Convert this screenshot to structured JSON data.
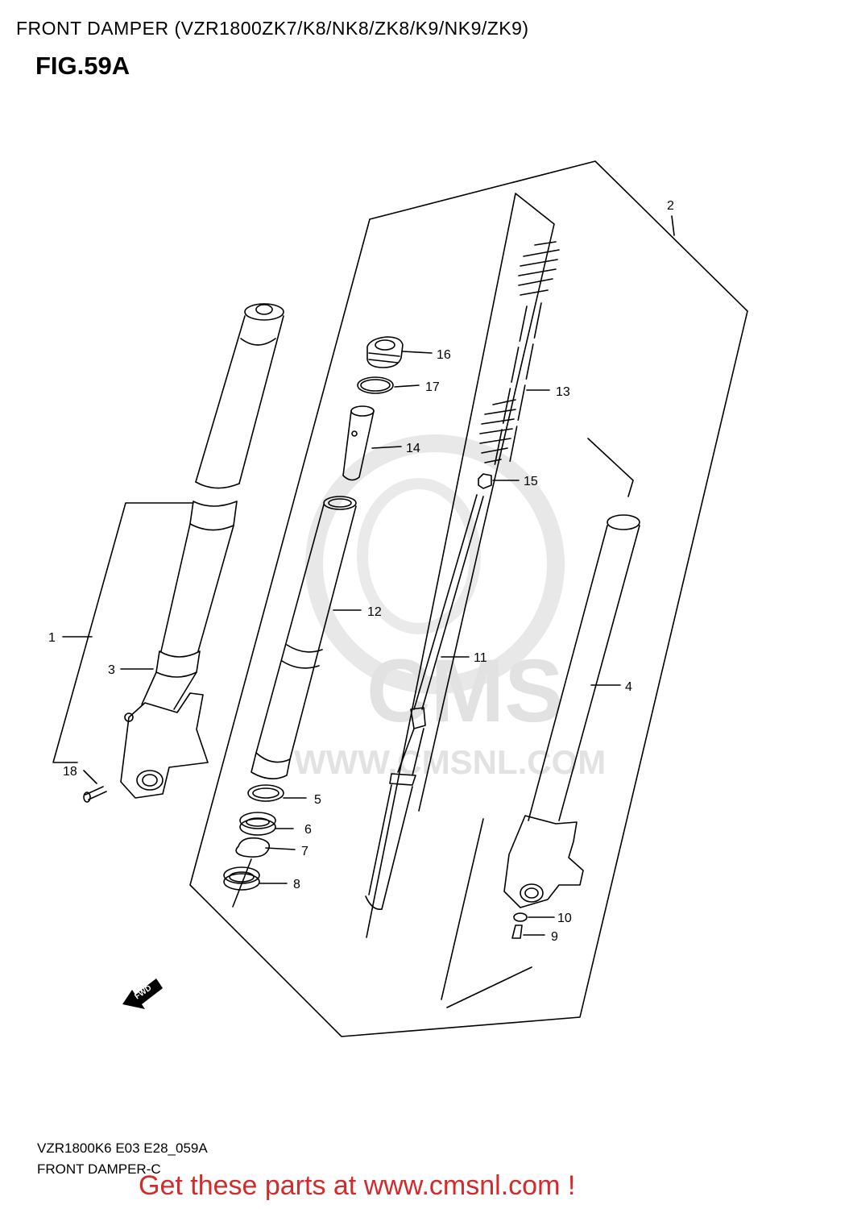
{
  "header": {
    "title": "FRONT DAMPER (VZR1800ZK7/K8/NK8/ZK8/K9/NK9/ZK9)",
    "figure": "FIG.59A"
  },
  "watermark": {
    "brand": "CMS",
    "url": "WWW.CMSNL.COM"
  },
  "direction_arrow": "FWD",
  "callouts": {
    "c1": "1",
    "c2": "2",
    "c3": "3",
    "c4": "4",
    "c5": "5",
    "c6": "6",
    "c7": "7",
    "c8": "8",
    "c9": "9",
    "c10": "10",
    "c11": "11",
    "c12": "12",
    "c13": "13",
    "c14": "14",
    "c15": "15",
    "c16": "16",
    "c17": "17",
    "c18": "18"
  },
  "footer": {
    "code": "VZR1800K6 E03 E28_059A",
    "name": "FRONT DAMPER-C",
    "promo": "Get these parts at www.cmsnl.com !"
  },
  "colors": {
    "line": "#000000",
    "promo": "#d42a2a",
    "watermark": "#e2e2e2"
  }
}
